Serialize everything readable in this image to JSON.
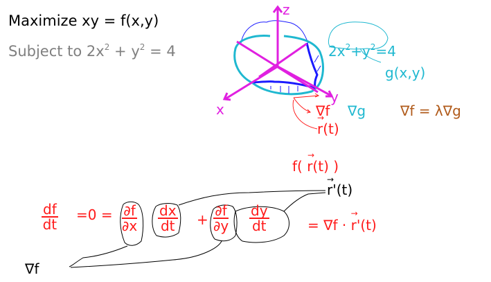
{
  "problem": {
    "maximize_label": "Maximize xy = f(x,y)",
    "subject_prefix": "Subject to 2x",
    "subject_sq1": "2",
    "subject_mid": " + y",
    "subject_sq2": "2",
    "subject_suffix": " = 4"
  },
  "diagram": {
    "axis_z": "z",
    "axis_x": "x",
    "axis_y": "y",
    "constraint_prefix": "2x",
    "constraint_sq1": "2",
    "constraint_mid": "+y",
    "constraint_sq2": "2",
    "constraint_suffix": "=4",
    "g_label": "g(x,y)",
    "grad_f": "∇f",
    "grad_g": "∇g",
    "lagrange": "∇f = λ∇g",
    "r_of_t": "r(t)",
    "r_arrow": "→"
  },
  "derivation": {
    "composite": "f( r(t) )",
    "composite_arrow": "→",
    "r_prime": "r'(t)",
    "r_prime_arrow": "→",
    "df": "df",
    "dt": "dt",
    "eq_zero": "=0 =",
    "pdf": "∂f",
    "pdx": "∂x",
    "dx": "dx",
    "dt2": "dt",
    "plus": "+",
    "pdf2": "∂f",
    "pdy": "∂y",
    "dy": "dy",
    "dt3": "dt",
    "result_prefix": "= ∇f · ",
    "result_r": "r'(t)",
    "result_arrow": "→",
    "grad_f_label": "∇f"
  },
  "colors": {
    "black": "#000000",
    "gray": "#808080",
    "cyan": "#1fb8d0",
    "blue": "#1a1aff",
    "magenta": "#e020e0",
    "red": "#ff1a1a",
    "brown": "#b05a1a"
  }
}
